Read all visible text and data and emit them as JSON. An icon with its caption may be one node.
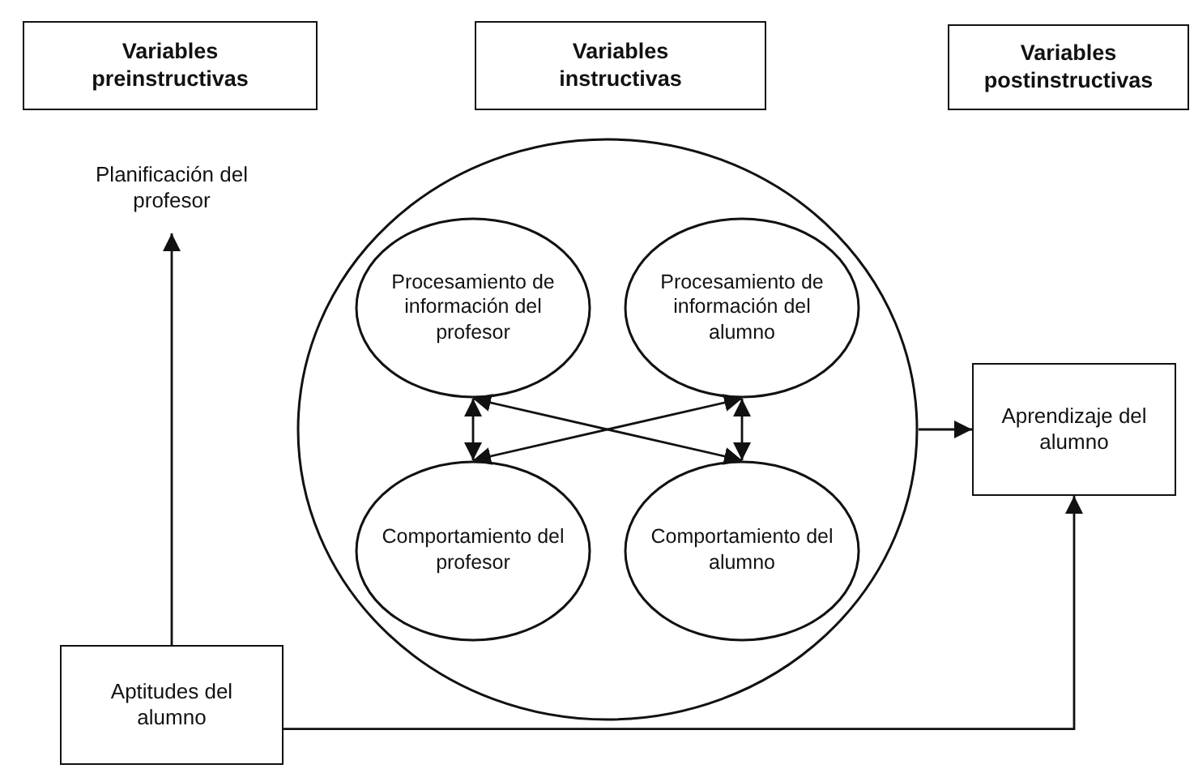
{
  "diagram": {
    "nodes": [
      {
        "text": [
          "Variables preinstructivas"
        ]
      },
      {
        "text": [
          "Variables instructivas"
        ]
      },
      {
        "text": [
          "Variables postinstructivas"
        ]
      },
      {
        "text": [
          "Planificación del profesor"
        ]
      },
      {
        "text": [],
        "shape": "circle"
      },
      {
        "text": [
          "Procesamiento de información del profesor"
        ],
        "in": 4
      },
      {
        "text": [
          "Procesamiento de información del alumno"
        ],
        "in": 4
      },
      {
        "text": [
          "Aprendizaje del alumno"
        ]
      },
      {
        "text": [
          "Comportamiento del profesor"
        ],
        "in": 4
      },
      {
        "text": [
          "Comportamiento del alumno"
        ],
        "in": 4
      },
      {
        "text": [
          "Aptitudes del alumno"
        ]
      }
    ],
    "edges": [
      {
        "from": 10,
        "to": 3,
        "arrow": "to"
      },
      {
        "from": 5,
        "to": 8,
        "arrow": "both"
      },
      {
        "from": 6,
        "to": 9,
        "arrow": "both"
      },
      {
        "from": 5,
        "to": 9,
        "arrow": "both"
      },
      {
        "from": 6,
        "to": 8,
        "arrow": "both"
      },
      {
        "from": 4,
        "to": 7,
        "arrow": "to"
      },
      {
        "from": 10,
        "to": 7,
        "arrow": "to"
      }
    ]
  }
}
